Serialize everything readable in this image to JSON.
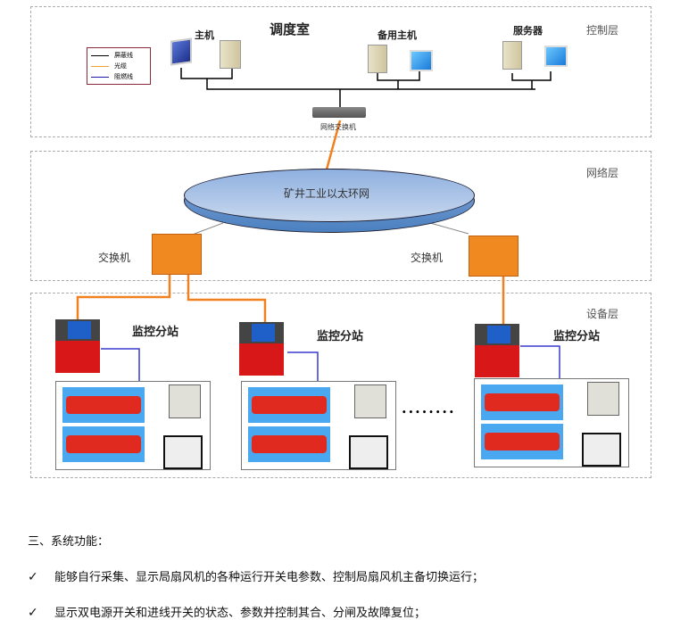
{
  "diagram": {
    "control_layer": {
      "label": "控制层",
      "title": "调度室",
      "host_label": "主机",
      "backup_host_label": "备用主机",
      "server_label": "服务器",
      "switch_label": "网络交换机",
      "legend": [
        {
          "label": "屏蔽线",
          "color": "#000000"
        },
        {
          "label": "光缆",
          "color": "#f0a030"
        },
        {
          "label": "阻燃线",
          "color": "#1a1aa8"
        }
      ]
    },
    "network_layer": {
      "label": "网络层",
      "ring_label": "矿井工业以太环网",
      "switch_left_label": "交换机",
      "switch_right_label": "交换机"
    },
    "device_layer": {
      "label": "设备层",
      "stations": [
        {
          "label": "监控分站"
        },
        {
          "label": "监控分站"
        },
        {
          "label": "监控分站"
        }
      ],
      "ellipsis": "........"
    },
    "colors": {
      "fiber": "#f08020",
      "cable": "#3a3ad0",
      "ring_fill": "#9ab8e0",
      "switch_orange": "#f08a20",
      "station_red": "#d81818",
      "fan_red": "#e03020"
    }
  },
  "section": {
    "heading": "三、系统功能：",
    "items": [
      {
        "icon": "check-icon",
        "text": "能够自行采集、显示局扇风机的各种运行开关电参数、控制局扇风机主备切换运行；"
      },
      {
        "icon": "check-icon",
        "text": "显示双电源开关和进线开关的状态、参数并控制其合、分闸及故障复位；"
      }
    ]
  }
}
